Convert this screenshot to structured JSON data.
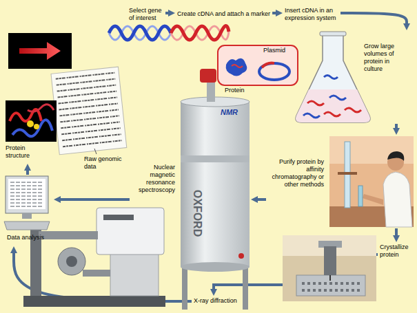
{
  "diagram": {
    "nodes": [
      {
        "text": [
          "Select gene of interest"
        ]
      },
      {
        "text": [
          "Create cDNA and attach a marker"
        ]
      },
      {
        "text": [
          "Insert cDNA in an expression system"
        ]
      },
      {
        "text": [
          "Grow large volumes of protein in culture"
        ]
      },
      {
        "text": [
          "Purify protein by affinity chromatography or other methods"
        ]
      },
      {
        "text": [
          "Nuclear magnetic resonance spectroscopy"
        ]
      },
      {
        "text": [
          "Crystallize protein"
        ]
      },
      {
        "text": [
          "X-ray diffraction"
        ]
      },
      {
        "text": [
          "Data analysis"
        ]
      },
      {
        "text": [
          "Protein structure"
        ]
      }
    ],
    "edges": [
      {
        "from": 0,
        "to": 1,
        "arrow": "to"
      },
      {
        "from": 1,
        "to": 2,
        "arrow": "to"
      },
      {
        "from": 2,
        "to": 3,
        "arrow": "to"
      },
      {
        "from": 3,
        "to": 4,
        "arrow": "to"
      },
      {
        "from": 4,
        "to": 5,
        "arrow": "to"
      },
      {
        "from": 4,
        "to": 6,
        "arrow": "to"
      },
      {
        "from": 5,
        "to": 8,
        "arrow": "to"
      },
      {
        "from": 6,
        "to": 7,
        "arrow": "to"
      },
      {
        "from": 7,
        "to": 8,
        "arrow": "to"
      },
      {
        "from": 8,
        "to": 9,
        "arrow": "to"
      }
    ],
    "labels": [
      "Raw genomic data",
      "Plasmid",
      "Protein",
      "OXFORD",
      "NMR"
    ]
  }
}
